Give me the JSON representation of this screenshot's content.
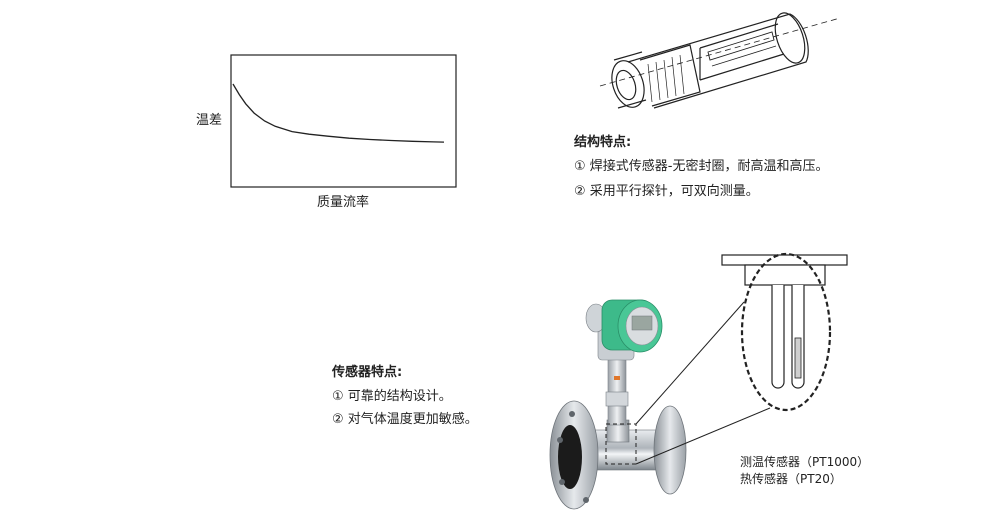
{
  "chart_data": {
    "type": "line",
    "title": "",
    "xlabel": "质量流率",
    "ylabel": "温差",
    "grid": false,
    "legend": "none",
    "xlim": [
      0,
      100
    ],
    "ylim": [
      0,
      100
    ],
    "series": [
      {
        "x": [
          0,
          3,
          6,
          10,
          15,
          20,
          28,
          36,
          45,
          55,
          65,
          75,
          85,
          95,
          100
        ],
        "values": [
          78,
          70,
          63,
          56,
          50,
          46,
          42,
          40,
          38.5,
          37,
          36,
          35.2,
          34.6,
          34.2,
          34
        ]
      }
    ]
  },
  "structure": {
    "title": "结构特点:",
    "items": [
      "① 焊接式传感器-无密封圈，耐高温和高压。",
      "② 采用平行探针，可双向测量。"
    ]
  },
  "sensor": {
    "title": "传感器特点:",
    "items": [
      "①  可靠的结构设计。",
      "②  对气体温度更加敏感。"
    ]
  },
  "labels": {
    "pt1000": "测温传感器（PT1000）",
    "pt20": "热传感器（PT20）"
  },
  "colors": {
    "meter_green": "#3dba8a",
    "steel": "#b9bec4",
    "line": "#222222"
  }
}
